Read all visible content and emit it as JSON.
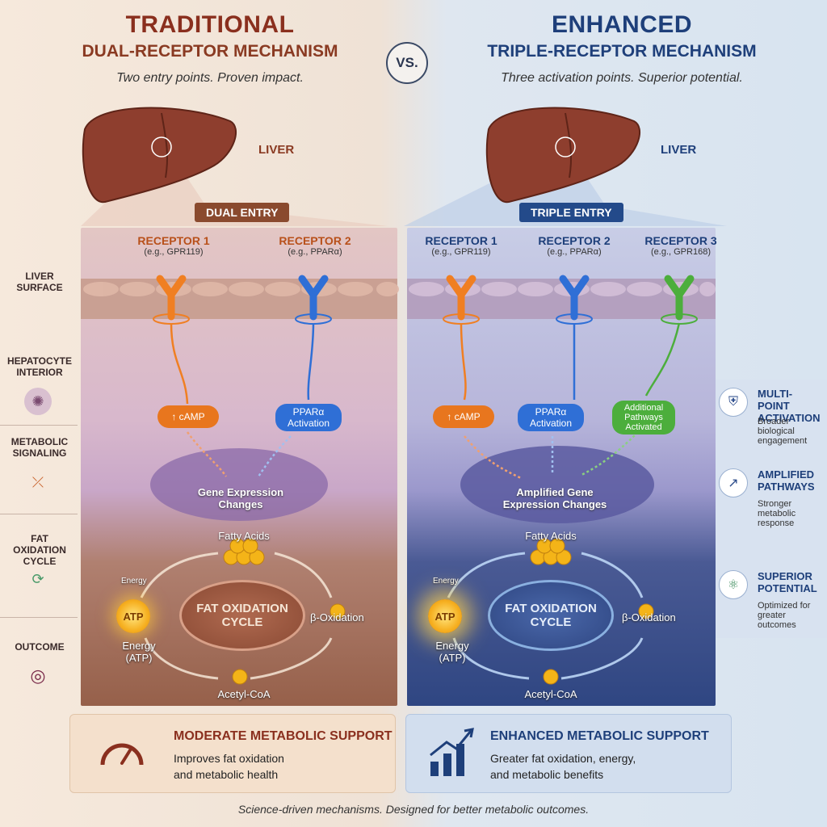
{
  "left": {
    "title": "TRADITIONAL",
    "subtitle": "DUAL-RECEPTOR MECHANISM",
    "tagline": "Two entry points. Proven impact.",
    "liver_label": "LIVER",
    "entry_badge": "DUAL ENTRY",
    "receptors": [
      {
        "title": "RECEPTOR 1",
        "example": "(e.g., GPR119)"
      },
      {
        "title": "RECEPTOR 2",
        "example": "(e.g., PPARα)"
      }
    ],
    "signals": [
      "↑ cAMP",
      "PPARα Activation"
    ],
    "gene_expression": "Gene Expression Changes",
    "cycle": {
      "fatty_acids": "Fatty Acids",
      "center": "FAT OXIDATION CYCLE",
      "atp": "ATP",
      "energy_top": "Energy",
      "energy": "Energy (ATP)",
      "beta": "β-Oxidation",
      "acetyl": "Acetyl-CoA"
    },
    "outcome": {
      "title": "MODERATE METABOLIC SUPPORT",
      "desc": "Improves fat oxidation and metabolic health"
    }
  },
  "vs": "VS.",
  "right": {
    "title": "ENHANCED",
    "subtitle": "TRIPLE-RECEPTOR MECHANISM",
    "tagline": "Three activation points. Superior potential.",
    "liver_label": "LIVER",
    "entry_badge": "TRIPLE ENTRY",
    "receptors": [
      {
        "title": "RECEPTOR 1",
        "example": "(e.g., GPR119)"
      },
      {
        "title": "RECEPTOR 2",
        "example": "(e.g., PPARα)"
      },
      {
        "title": "RECEPTOR 3",
        "example": "(e.g., GPR168)"
      }
    ],
    "signals": [
      "↑ cAMP",
      "PPARα Activation",
      "Additional Pathways Activated"
    ],
    "gene_expression": "Amplified Gene Expression Changes",
    "cycle": {
      "fatty_acids": "Fatty Acids",
      "center": "FAT OXIDATION CYCLE",
      "atp": "ATP",
      "energy_top": "Energy",
      "energy": "Energy (ATP)",
      "beta": "β-Oxidation",
      "acetyl": "Acetyl-CoA"
    },
    "outcome": {
      "title": "ENHANCED METABOLIC SUPPORT",
      "desc": "Greater fat oxidation, energy, and metabolic benefits"
    }
  },
  "side_labels": [
    "LIVER SURFACE",
    "HEPATOCYTE INTERIOR",
    "METABOLIC SIGNALING",
    "FAT OXIDATION CYCLE",
    "OUTCOME"
  ],
  "benefits": [
    {
      "title": "MULTI-POINT ACTIVATION",
      "desc": "Broader biological engagement",
      "icon": "shield-icon"
    },
    {
      "title": "AMPLIFIED PATHWAYS",
      "desc": "Stronger metabolic response",
      "icon": "chart-up-icon"
    },
    {
      "title": "SUPERIOR POTENTIAL",
      "desc": "Optimized for greater outcomes",
      "icon": "atom-icon"
    }
  ],
  "footer": "Science-driven mechanisms. Designed for better metabolic outcomes.",
  "colors": {
    "traditional": "#8a2f1e",
    "enhanced": "#1e3f7a",
    "receptor1": "#f07f22",
    "receptor2": "#2f6fd6",
    "receptor3": "#4cae3c"
  }
}
